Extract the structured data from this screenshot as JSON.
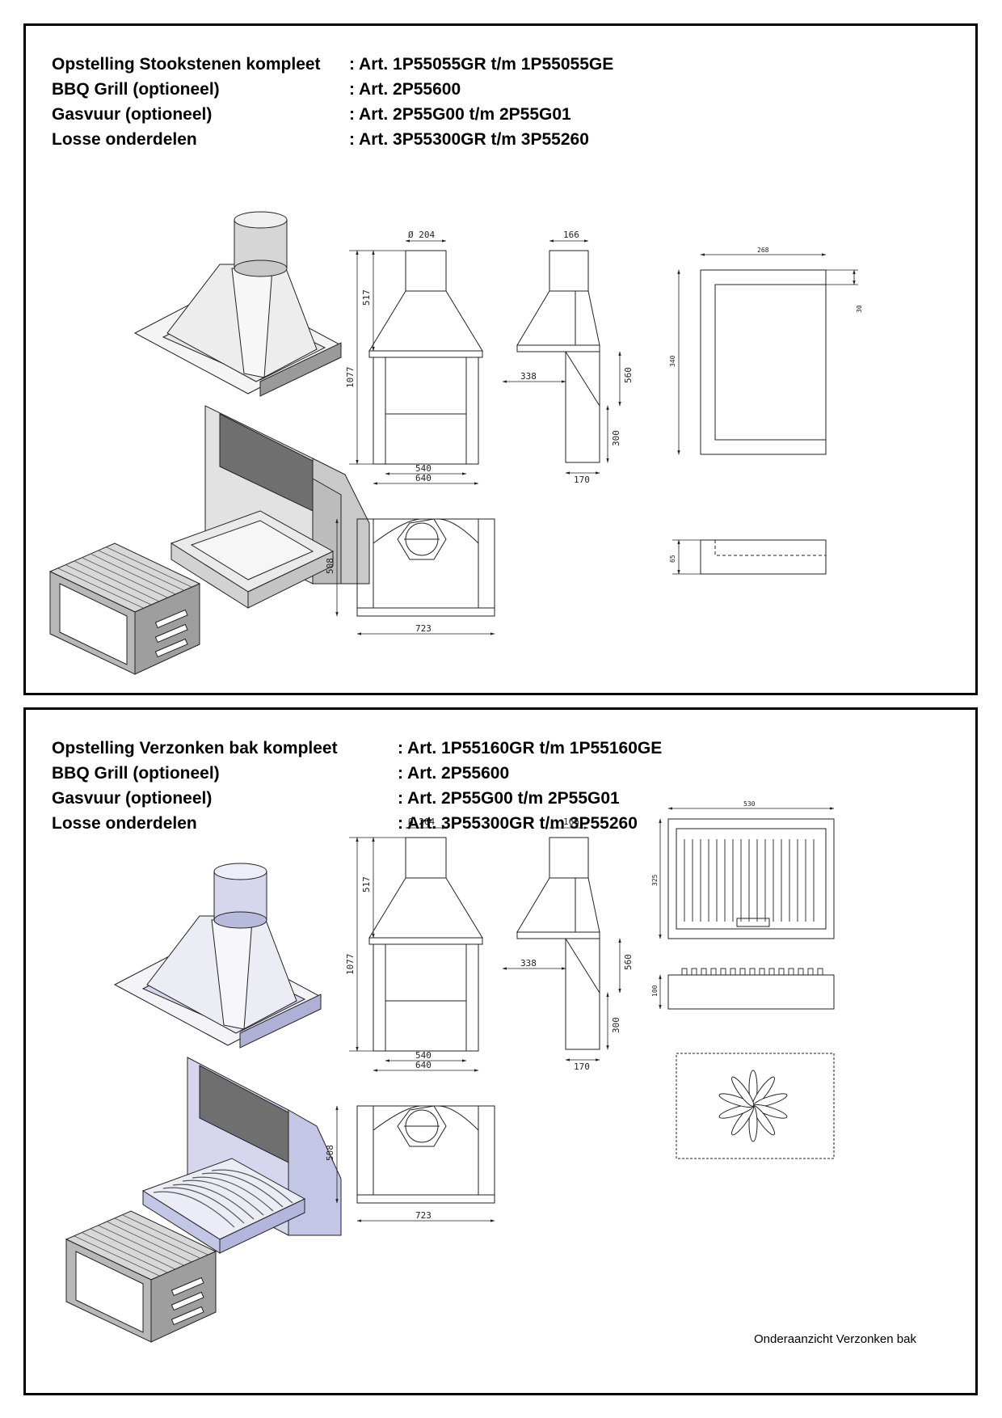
{
  "panel1": {
    "specs": [
      {
        "label": "Opstelling Stookstenen kompleet",
        "value": ": Art. 1P55055GR t/m 1P55055GE"
      },
      {
        "label": "BBQ Grill (optioneel)",
        "value": ": Art. 2P55600"
      },
      {
        "label": "Gasvuur (optioneel)",
        "value": ": Art. 2P55G00 t/m 2P55G01"
      },
      {
        "label": "Losse onderdelen",
        "value": ": Art. 3P55300GR t/m 3P55260"
      }
    ],
    "dims": {
      "flue_diameter": "Ø 204",
      "hood_height": "517",
      "total_height": "1077",
      "inner_width": "540",
      "outer_width": "640",
      "side_flue": "166",
      "side_depth": "338",
      "side_upper": "560",
      "side_lower": "300",
      "side_base": "170",
      "plan_depth": "508",
      "plan_width": "723",
      "tray_width": "268",
      "tray_depth": "340",
      "tray_rim": "30",
      "tray_height": "65"
    }
  },
  "panel2": {
    "specs": [
      {
        "label": "Opstelling Verzonken bak kompleet",
        "value": ": Art. 1P55160GR t/m 1P55160GE"
      },
      {
        "label": "BBQ Grill (optioneel)",
        "value": ": Art. 2P55600"
      },
      {
        "label": "Gasvuur (optioneel)",
        "value": ": Art. 2P55G00 t/m 2P55G01"
      },
      {
        "label": "Losse onderdelen",
        "value": ": Art. 3P55300GR t/m 3P55260"
      }
    ],
    "dims": {
      "flue_diameter": "Ø 204",
      "hood_height": "517",
      "total_height": "1077",
      "inner_width": "540",
      "outer_width": "640",
      "side_flue": "166",
      "side_depth": "338",
      "side_upper": "560",
      "side_lower": "300",
      "side_base": "170",
      "plan_depth": "508",
      "plan_width": "723",
      "bak_width": "530",
      "bak_depth": "325",
      "bak_height": "100"
    },
    "caption": "Onderaanzicht Verzonken bak"
  },
  "colors": {
    "line": "#222222",
    "metal_light": "#dcdcdc",
    "metal_mid": "#b9b9b9",
    "metal_dark": "#6d6d6d",
    "violet_light": "#d6d6ee",
    "violet_mid": "#aeb0d6"
  }
}
